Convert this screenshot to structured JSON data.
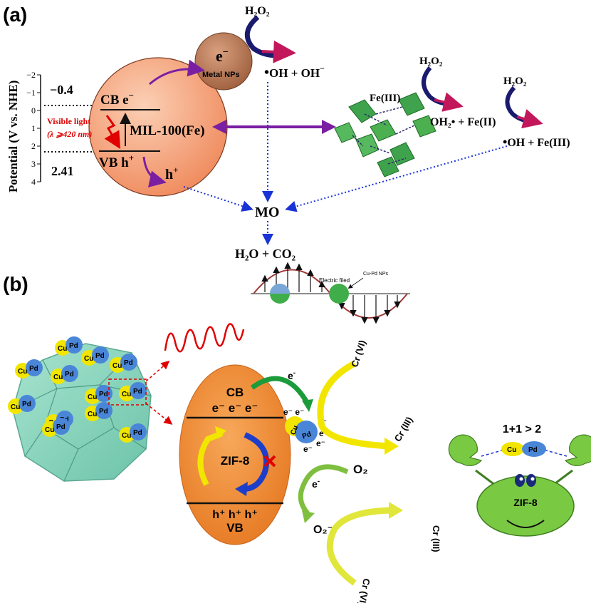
{
  "panel_a": {
    "label": "(a)",
    "axis_title": "Potential (V vs. NHE)",
    "axis_ticks": [
      "−2",
      "−1",
      "0",
      "1",
      "2",
      "3",
      "4"
    ],
    "cb_potential": "−0.4",
    "vb_potential": "2.41",
    "cb_label": "CB e",
    "vb_label": "VB h",
    "mof_name": "MIL-100(Fe)",
    "visible_light_line1": "Visible light",
    "visible_light_line2": "(λ ⩾420 nm)",
    "electron_label": "e",
    "metal_nps": "Metal NPs",
    "hole_label": "h",
    "h2o2": "H₂O₂",
    "oh_products": "OH + OH",
    "fe3": "Fe(III)",
    "fe_reaction1": "OH₂• + Fe(II)",
    "fe_reaction2": "OH + Fe(III)",
    "pollutant": "MO",
    "final_products": "H₂O + CO₂"
  },
  "panel_b": {
    "label": "(b)",
    "cu": "Cu",
    "pd": "Pd",
    "field_label": "Electric filed",
    "field_nps": "Cu-Pd NPs",
    "cb": "CB",
    "cb_electrons": "e⁻ e⁻  e⁻",
    "vb": "VB",
    "vb_holes": "h⁺ h⁺ h⁺",
    "zif_name": "ZIF-8",
    "electron": "e",
    "np_electrons": [
      "e⁻ e⁻",
      "e⁻",
      "e⁻",
      "e⁻",
      "e⁻"
    ],
    "cr6": "Cr (VI)",
    "cr3": "Cr (III)",
    "o2": "O₂",
    "o2_radical": "O₂⁻",
    "synergy": "1+1 > 2",
    "crab_label": "ZIF-8"
  },
  "colors": {
    "mof_sphere": "#f4a582",
    "metal_np": "#b87a58",
    "arrow_purple": "#7b1fa2",
    "dotted_blue": "#1a33d6",
    "zif_orange": "#f39237",
    "cu_yellow": "#f2e600",
    "pd_blue": "#4a86d8",
    "crab_green": "#7ac943",
    "red_text": "#e00000"
  }
}
